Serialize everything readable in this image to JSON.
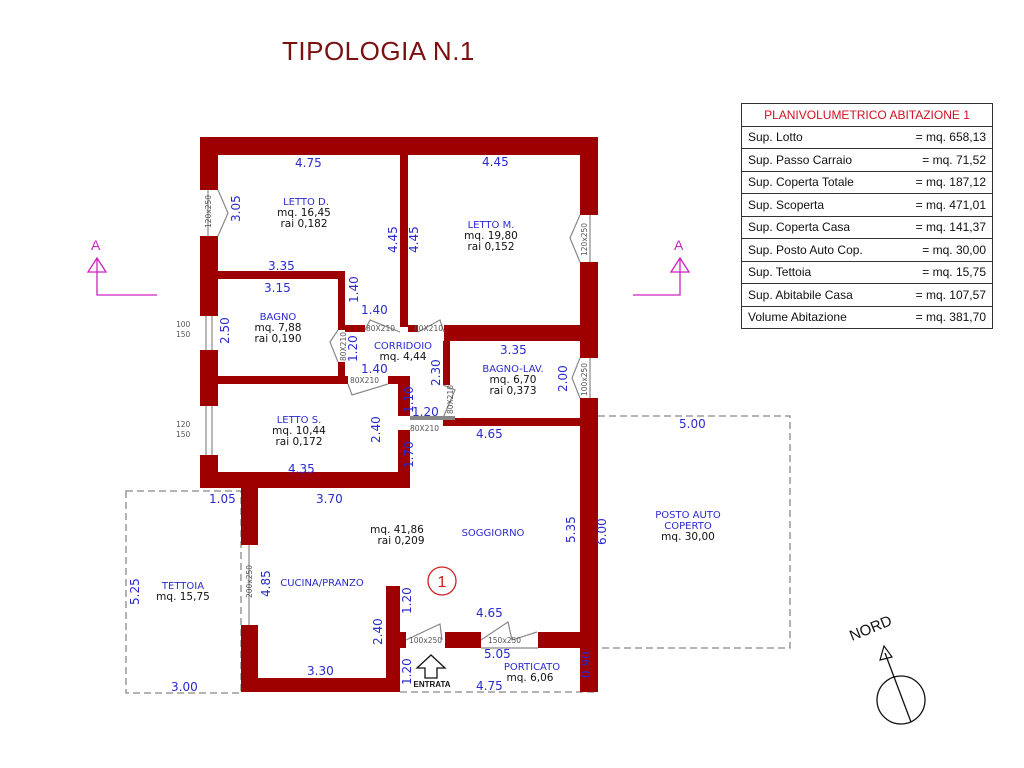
{
  "title": "TIPOLOGIA N.1",
  "table": {
    "header": "PLANIVOLUMETRICO ABITAZIONE 1",
    "rows": [
      {
        "label": "Sup. Lotto",
        "value": "= mq. 658,13"
      },
      {
        "label": "Sup. Passo Carraio",
        "value": "= mq.  71,52"
      },
      {
        "label": "Sup. Coperta Totale",
        "value": "= mq. 187,12"
      },
      {
        "label": "Sup. Scoperta",
        "value": "= mq. 471,01"
      },
      {
        "label": "Sup. Coperta Casa",
        "value": "= mq. 141,37"
      },
      {
        "label": "Sup. Posto Auto Cop.",
        "value": "= mq.  30,00"
      },
      {
        "label": "Sup. Tettoia",
        "value": "= mq.  15,75"
      },
      {
        "label": "Sup. Abitabile Casa",
        "value": "= mq. 107,57"
      },
      {
        "label": "Volume Abitazione",
        "value": "= mq. 381,70"
      }
    ]
  },
  "rooms": {
    "letto_d": {
      "name": "LETTO D.",
      "mq": "mq. 16,45",
      "rai": "rai 0,182"
    },
    "letto_m": {
      "name": "LETTO M.",
      "mq": "mq. 19,80",
      "rai": "rai 0,152"
    },
    "bagno": {
      "name": "BAGNO",
      "mq": "mq. 7,88",
      "rai": "rai 0,190"
    },
    "corridoio": {
      "name": "CORRIDOIO",
      "mq": "mq. 4,44"
    },
    "bagno_lav": {
      "name": "BAGNO-LAV.",
      "mq": "mq. 6,70",
      "rai": "rai 0,373"
    },
    "letto_s": {
      "name": "LETTO S.",
      "mq": "mq. 10,44",
      "rai": "rai 0,172"
    },
    "soggiorno": {
      "name": "SOGGIORNO",
      "mq": "mq. 41,86",
      "rai": "rai 0,209"
    },
    "cucina": {
      "name": "CUCINA/PRANZO"
    },
    "tettoia": {
      "name": "TETTOIA",
      "mq": "mq. 15,75"
    },
    "posto_auto": {
      "name1": "POSTO AUTO",
      "name2": "COPERTO",
      "mq": "mq. 30,00"
    },
    "porticato": {
      "name": "PORTICATO",
      "mq": "mq. 6,06"
    }
  },
  "unit_number": "1",
  "entrance": "ENTRATA",
  "north": "NORD",
  "section": "A",
  "dims": [
    "4.75",
    "4.45",
    "3.05",
    "4.45",
    "4.45",
    "3.35",
    "3.15",
    "1.40",
    "1.40",
    "2.50",
    "1.20",
    "1.40",
    "2.30",
    "3.35",
    "2.00",
    "1.10",
    "1.20",
    "2.40",
    "4.65",
    "5.00",
    "1.70",
    "4.35",
    "1.05",
    "3.70",
    "5.35",
    "6.00",
    "5.25",
    "4.85",
    "1.20",
    "4.65",
    "2.40",
    "3.30",
    "5.05",
    "1.20",
    "0.90",
    "3.00",
    "4.75"
  ],
  "openings": [
    "120x250",
    "120x250",
    "100",
    "150",
    "120",
    "150",
    "80X210",
    "80X210",
    "80X210",
    "80X210",
    "80X210",
    "80X210",
    "100x250",
    "200x250",
    "100x250",
    "150x250"
  ]
}
